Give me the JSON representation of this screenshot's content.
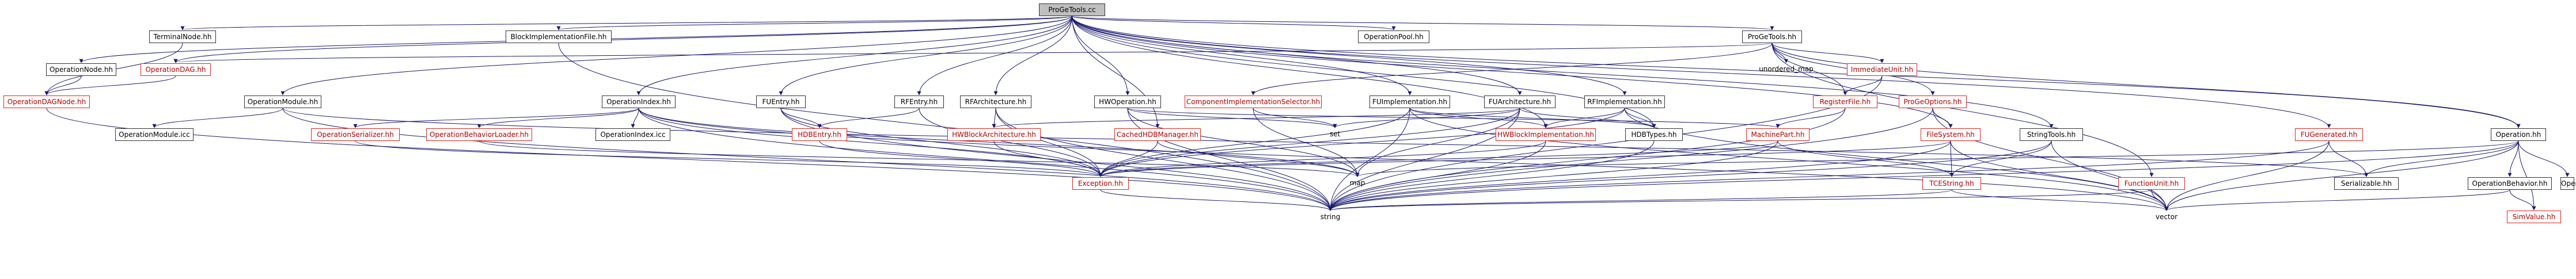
{
  "nodes": [
    {
      "id": "ProGeTools.cc",
      "label": "ProGeTools.cc",
      "style": "root"
    },
    {
      "id": "TerminalNode.hh",
      "label": "TerminalNode.hh",
      "style": "black"
    },
    {
      "id": "BlockImplementationFile.hh",
      "label": "BlockImplementationFile.hh",
      "style": "black"
    },
    {
      "id": "OperationPool.hh",
      "label": "OperationPool.hh",
      "style": "black"
    },
    {
      "id": "ProGeTools.hh",
      "label": "ProGeTools.hh",
      "style": "black"
    },
    {
      "id": "OperationNode.hh",
      "label": "OperationNode.hh",
      "style": "black"
    },
    {
      "id": "OperationDAG.hh",
      "label": "OperationDAG.hh",
      "style": "red"
    },
    {
      "id": "OperationDAGNode.hh",
      "label": "OperationDAGNode.hh",
      "style": "red"
    },
    {
      "id": "unordered_map",
      "label": "unordered_map",
      "style": "gray"
    },
    {
      "id": "ImmediateUnit.hh",
      "label": "ImmediateUnit.hh",
      "style": "red"
    },
    {
      "id": "RegisterFile.hh",
      "label": "RegisterFile.hh",
      "style": "red"
    },
    {
      "id": "ProGeOptions.hh",
      "label": "ProGeOptions.hh",
      "style": "red"
    },
    {
      "id": "OperationModule.hh",
      "label": "OperationModule.hh",
      "style": "black"
    },
    {
      "id": "OperationModule.icc",
      "label": "OperationModule.icc",
      "style": "black"
    },
    {
      "id": "OperationIndex.hh",
      "label": "OperationIndex.hh",
      "style": "black"
    },
    {
      "id": "OperationSerializer.hh",
      "label": "OperationSerializer.hh",
      "style": "red"
    },
    {
      "id": "OperationBehaviorLoader.hh",
      "label": "OperationBehaviorLoader.hh",
      "style": "red"
    },
    {
      "id": "OperationIndex.icc",
      "label": "OperationIndex.icc",
      "style": "black"
    },
    {
      "id": "FUEntry.hh",
      "label": "FUEntry.hh",
      "style": "black"
    },
    {
      "id": "HDBEntry.hh",
      "label": "HDBEntry.hh",
      "style": "red"
    },
    {
      "id": "RFEntry.hh",
      "label": "RFEntry.hh",
      "style": "black"
    },
    {
      "id": "RFArchitecture.hh",
      "label": "RFArchitecture.hh",
      "style": "black"
    },
    {
      "id": "HWOperation.hh",
      "label": "HWOperation.hh",
      "style": "black"
    },
    {
      "id": "HWBlockArchitecture.hh",
      "label": "HWBlockArchitecture.hh",
      "style": "red"
    },
    {
      "id": "CachedHDBManager.hh",
      "label": "CachedHDBManager.hh",
      "style": "red"
    },
    {
      "id": "ComponentImplementationSelector.hh",
      "label": "ComponentImplementationSelector.hh",
      "style": "red"
    },
    {
      "id": "FUImplementation.hh",
      "label": "FUImplementation.hh",
      "style": "black"
    },
    {
      "id": "FUArchitecture.hh",
      "label": "FUArchitecture.hh",
      "style": "black"
    },
    {
      "id": "RFImplementation.hh",
      "label": "RFImplementation.hh",
      "style": "black"
    },
    {
      "id": "HWBlockImplementation.hh",
      "label": "HWBlockImplementation.hh",
      "style": "red"
    },
    {
      "id": "HDBTypes.hh",
      "label": "HDBTypes.hh",
      "style": "black"
    },
    {
      "id": "MachinePart.hh",
      "label": "MachinePart.hh",
      "style": "red"
    },
    {
      "id": "FileSystem.hh",
      "label": "FileSystem.hh",
      "style": "red"
    },
    {
      "id": "StringTools.hh",
      "label": "StringTools.hh",
      "style": "black"
    },
    {
      "id": "FUGenerated.hh",
      "label": "FUGenerated.hh",
      "style": "red"
    },
    {
      "id": "Operation.hh",
      "label": "Operation.hh",
      "style": "black"
    },
    {
      "id": "Exception.hh",
      "label": "Exception.hh",
      "style": "red"
    },
    {
      "id": "set",
      "label": "set",
      "style": "gray"
    },
    {
      "id": "map",
      "label": "map",
      "style": "gray"
    },
    {
      "id": "TCEString.hh",
      "label": "TCEString.hh",
      "style": "red"
    },
    {
      "id": "FunctionUnit.hh",
      "label": "FunctionUnit.hh",
      "style": "red"
    },
    {
      "id": "Serializable.hh",
      "label": "Serializable.hh",
      "style": "black"
    },
    {
      "id": "OperationBehavior.hh",
      "label": "OperationBehavior.hh",
      "style": "black"
    },
    {
      "id": "Operation.icc",
      "label": "Operation.icc",
      "style": "black"
    },
    {
      "id": "SimValue.hh",
      "label": "SimValue.hh",
      "style": "red"
    },
    {
      "id": "string",
      "label": "string",
      "style": "gray"
    },
    {
      "id": "vector",
      "label": "vector",
      "style": "gray"
    }
  ],
  "edges": [
    [
      "ProGeTools.cc",
      "TerminalNode.hh"
    ],
    [
      "ProGeTools.cc",
      "BlockImplementationFile.hh"
    ],
    [
      "ProGeTools.cc",
      "OperationPool.hh"
    ],
    [
      "ProGeTools.cc",
      "ProGeTools.hh"
    ],
    [
      "ProGeTools.cc",
      "OperationNode.hh"
    ],
    [
      "ProGeTools.cc",
      "OperationDAG.hh"
    ],
    [
      "ProGeTools.cc",
      "OperationModule.hh"
    ],
    [
      "ProGeTools.cc",
      "OperationIndex.hh"
    ],
    [
      "ProGeTools.cc",
      "FUEntry.hh"
    ],
    [
      "ProGeTools.cc",
      "RFEntry.hh"
    ],
    [
      "ProGeTools.cc",
      "RFArchitecture.hh"
    ],
    [
      "ProGeTools.cc",
      "HWOperation.hh"
    ],
    [
      "ProGeTools.cc",
      "FUImplementation.hh"
    ],
    [
      "ProGeTools.cc",
      "FUArchitecture.hh"
    ],
    [
      "ProGeTools.cc",
      "RFImplementation.hh"
    ],
    [
      "ProGeTools.cc",
      "CachedHDBManager.hh"
    ],
    [
      "ProGeTools.cc",
      "HWBlockImplementation.hh"
    ],
    [
      "ProGeTools.cc",
      "HDBTypes.hh"
    ],
    [
      "ProGeTools.cc",
      "FileSystem.hh"
    ],
    [
      "ProGeTools.cc",
      "StringTools.hh"
    ],
    [
      "ProGeTools.cc",
      "Operation.hh"
    ],
    [
      "ProGeTools.cc",
      "FUGenerated.hh"
    ],
    [
      "TerminalNode.hh",
      "OperationDAGNode.hh"
    ],
    [
      "BlockImplementationFile.hh",
      "string"
    ],
    [
      "OperationNode.hh",
      "OperationDAGNode.hh"
    ],
    [
      "OperationDAG.hh",
      "OperationDAGNode.hh"
    ],
    [
      "OperationDAGNode.hh",
      "string"
    ],
    [
      "ProGeTools.hh",
      "OperationDAG.hh"
    ],
    [
      "ProGeTools.hh",
      "unordered_map"
    ],
    [
      "ProGeTools.hh",
      "ImmediateUnit.hh"
    ],
    [
      "ProGeTools.hh",
      "RegisterFile.hh"
    ],
    [
      "ProGeTools.hh",
      "ProGeOptions.hh"
    ],
    [
      "ProGeTools.hh",
      "ComponentImplementationSelector.hh"
    ],
    [
      "ProGeTools.hh",
      "FunctionUnit.hh"
    ],
    [
      "ProGeTools.hh",
      "Operation.hh"
    ],
    [
      "ImmediateUnit.hh",
      "RegisterFile.hh"
    ],
    [
      "ImmediateUnit.hh",
      "string"
    ],
    [
      "RegisterFile.hh",
      "MachinePart.hh"
    ],
    [
      "RegisterFile.hh",
      "string"
    ],
    [
      "ProGeOptions.hh",
      "FileSystem.hh"
    ],
    [
      "ProGeOptions.hh",
      "vector"
    ],
    [
      "ProGeOptions.hh",
      "string"
    ],
    [
      "OperationModule.hh",
      "OperationModule.icc"
    ],
    [
      "OperationModule.hh",
      "string"
    ],
    [
      "OperationModule.hh",
      "Serializable.hh"
    ],
    [
      "OperationIndex.hh",
      "OperationSerializer.hh"
    ],
    [
      "OperationIndex.hh",
      "OperationBehaviorLoader.hh"
    ],
    [
      "OperationIndex.hh",
      "OperationIndex.icc"
    ],
    [
      "OperationIndex.hh",
      "Exception.hh"
    ],
    [
      "OperationIndex.hh",
      "map"
    ],
    [
      "OperationIndex.hh",
      "vector"
    ],
    [
      "OperationIndex.hh",
      "string"
    ],
    [
      "OperationSerializer.hh",
      "Exception.hh"
    ],
    [
      "OperationBehaviorLoader.hh",
      "map"
    ],
    [
      "FUEntry.hh",
      "HDBEntry.hh"
    ],
    [
      "FUEntry.hh",
      "Exception.hh"
    ],
    [
      "FUEntry.hh",
      "string"
    ],
    [
      "HDBEntry.hh",
      "Exception.hh"
    ],
    [
      "RFEntry.hh",
      "HDBEntry.hh"
    ],
    [
      "RFEntry.hh",
      "Exception.hh"
    ],
    [
      "RFArchitecture.hh",
      "HWBlockArchitecture.hh"
    ],
    [
      "RFArchitecture.hh",
      "Exception.hh"
    ],
    [
      "RFArchitecture.hh",
      "string"
    ],
    [
      "HWBlockArchitecture.hh",
      "Exception.hh"
    ],
    [
      "HWOperation.hh",
      "set"
    ],
    [
      "HWOperation.hh",
      "map"
    ],
    [
      "HWOperation.hh",
      "string"
    ],
    [
      "HWOperation.hh",
      "MachinePart.hh"
    ],
    [
      "CachedHDBManager.hh",
      "Exception.hh"
    ],
    [
      "CachedHDBManager.hh",
      "map"
    ],
    [
      "ComponentImplementationSelector.hh",
      "set"
    ],
    [
      "ComponentImplementationSelector.hh",
      "map"
    ],
    [
      "FUImplementation.hh",
      "HWBlockImplementation.hh"
    ],
    [
      "FUImplementation.hh",
      "Exception.hh"
    ],
    [
      "FUImplementation.hh",
      "HDBTypes.hh"
    ],
    [
      "FUImplementation.hh",
      "vector"
    ],
    [
      "FUImplementation.hh",
      "string"
    ],
    [
      "FUArchitecture.hh",
      "HWBlockArchitecture.hh"
    ],
    [
      "FUArchitecture.hh",
      "Exception.hh"
    ],
    [
      "FUArchitecture.hh",
      "HDBTypes.hh"
    ],
    [
      "FUArchitecture.hh",
      "set"
    ],
    [
      "FUArchitecture.hh",
      "map"
    ],
    [
      "FUArchitecture.hh",
      "string"
    ],
    [
      "RFImplementation.hh",
      "HWBlockImplementation.hh"
    ],
    [
      "RFImplementation.hh",
      "HDBTypes.hh"
    ],
    [
      "RFImplementation.hh",
      "Exception.hh"
    ],
    [
      "RFImplementation.hh",
      "vector"
    ],
    [
      "HWBlockImplementation.hh",
      "Exception.hh"
    ],
    [
      "HWBlockImplementation.hh",
      "string"
    ],
    [
      "HDBTypes.hh",
      "string"
    ],
    [
      "MachinePart.hh",
      "Exception.hh"
    ],
    [
      "MachinePart.hh",
      "TCEString.hh"
    ],
    [
      "MachinePart.hh",
      "string"
    ],
    [
      "FileSystem.hh",
      "Exception.hh"
    ],
    [
      "FileSystem.hh",
      "TCEString.hh"
    ],
    [
      "FileSystem.hh",
      "string"
    ],
    [
      "FileSystem.hh",
      "vector"
    ],
    [
      "StringTools.hh",
      "TCEString.hh"
    ],
    [
      "StringTools.hh",
      "vector"
    ],
    [
      "StringTools.hh",
      "string"
    ],
    [
      "FUGenerated.hh",
      "Serializable.hh"
    ],
    [
      "FUGenerated.hh",
      "vector"
    ],
    [
      "FUGenerated.hh",
      "string"
    ],
    [
      "Operation.hh",
      "Serializable.hh"
    ],
    [
      "Operation.hh",
      "OperationBehavior.hh"
    ],
    [
      "Operation.hh",
      "Operation.icc"
    ],
    [
      "Operation.hh",
      "map"
    ],
    [
      "Operation.hh",
      "vector"
    ],
    [
      "Operation.hh",
      "SimValue.hh"
    ],
    [
      "Operation.hh",
      "string"
    ],
    [
      "OperationBehavior.hh",
      "SimValue.hh"
    ],
    [
      "OperationBehavior.hh",
      "vector"
    ],
    [
      "Exception.hh",
      "string"
    ],
    [
      "TCEString.hh",
      "string"
    ],
    [
      "TCEString.hh",
      "vector"
    ],
    [
      "FunctionUnit.hh",
      "vector"
    ],
    [
      "FunctionUnit.hh",
      "string"
    ]
  ],
  "colors": {
    "edge": "#191970",
    "root_fill": "#bfbfbf",
    "red_border": "#e3241b",
    "gray_border": "#c7c7c7"
  }
}
